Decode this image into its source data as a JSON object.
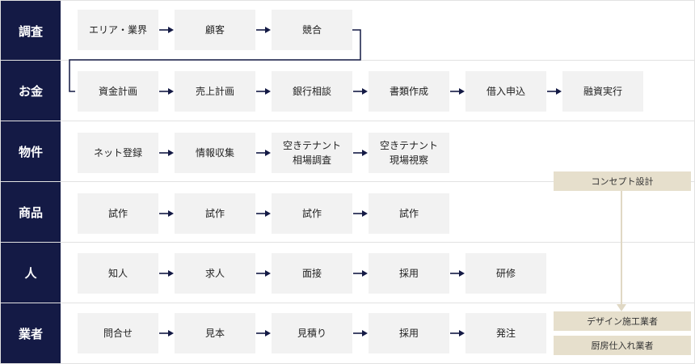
{
  "rows": [
    {
      "label": "調査",
      "items": [
        "エリア・業界",
        "顧客",
        "競合"
      ]
    },
    {
      "label": "お金",
      "items": [
        "資金計画",
        "売上計画",
        "銀行相談",
        "書類作成",
        "借入申込",
        "融資実行"
      ]
    },
    {
      "label": "物件",
      "items": [
        "ネット登録",
        "情報収集",
        "空きテナント\n相場調査",
        "空きテナント\n現場視察"
      ]
    },
    {
      "label": "商品",
      "items": [
        "試作",
        "試作",
        "試作",
        "試作"
      ]
    },
    {
      "label": "人",
      "items": [
        "知人",
        "求人",
        "面接",
        "採用",
        "研修"
      ]
    },
    {
      "label": "業者",
      "items": [
        "問合せ",
        "見本",
        "見積り",
        "採用",
        "発注"
      ]
    }
  ],
  "side": {
    "concept": "コンセプト設計",
    "designer": "デザイン施工業者",
    "kitchen": "厨房仕入れ業者"
  },
  "colors": {
    "label_bg": "#141a45",
    "box_bg": "#f2f2f2",
    "side_bg": "#e6dfcc",
    "arrow": "#141a45",
    "connector": "#e0d8c4"
  }
}
